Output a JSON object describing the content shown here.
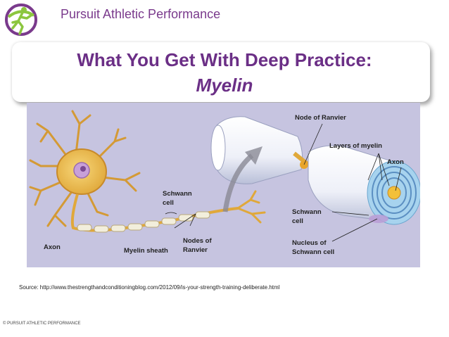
{
  "header": {
    "brand": "Pursuit Athletic Performance",
    "logo_icon": "runner-logo-icon"
  },
  "title": {
    "line1": "What You Get With Deep Practice:",
    "line2": "Myelin"
  },
  "diagram": {
    "labels": {
      "node_of_ranvier": "Node of Ranvier",
      "layers_of_myelin": "Layers of myelin",
      "axon_right": "Axon",
      "schwann_cell_top_1": "Schwann",
      "schwann_cell_top_2": "cell",
      "schwann_cell_right_1": "Schwann",
      "schwann_cell_right_2": "cell",
      "nucleus_1": "Nucleus of",
      "nucleus_2": "Schwann cell",
      "axon_left": "Axon",
      "myelin_sheath": "Myelin sheath",
      "nodes_of_ranvier_1": "Nodes of",
      "nodes_of_ranvier_2": "Ranvier"
    }
  },
  "source": "Source: http://www.thestrengthandconditioningblog.com/2012/09/is-your-strength-training-deliberate.html",
  "footer": "© PURSUIT ATHLETIC PERFORMANCE",
  "colors": {
    "brand_purple": "#7a3a8c",
    "title_purple": "#6b2f86",
    "diagram_bg": "#c6c4e0",
    "logo_green": "#8cc63f"
  }
}
